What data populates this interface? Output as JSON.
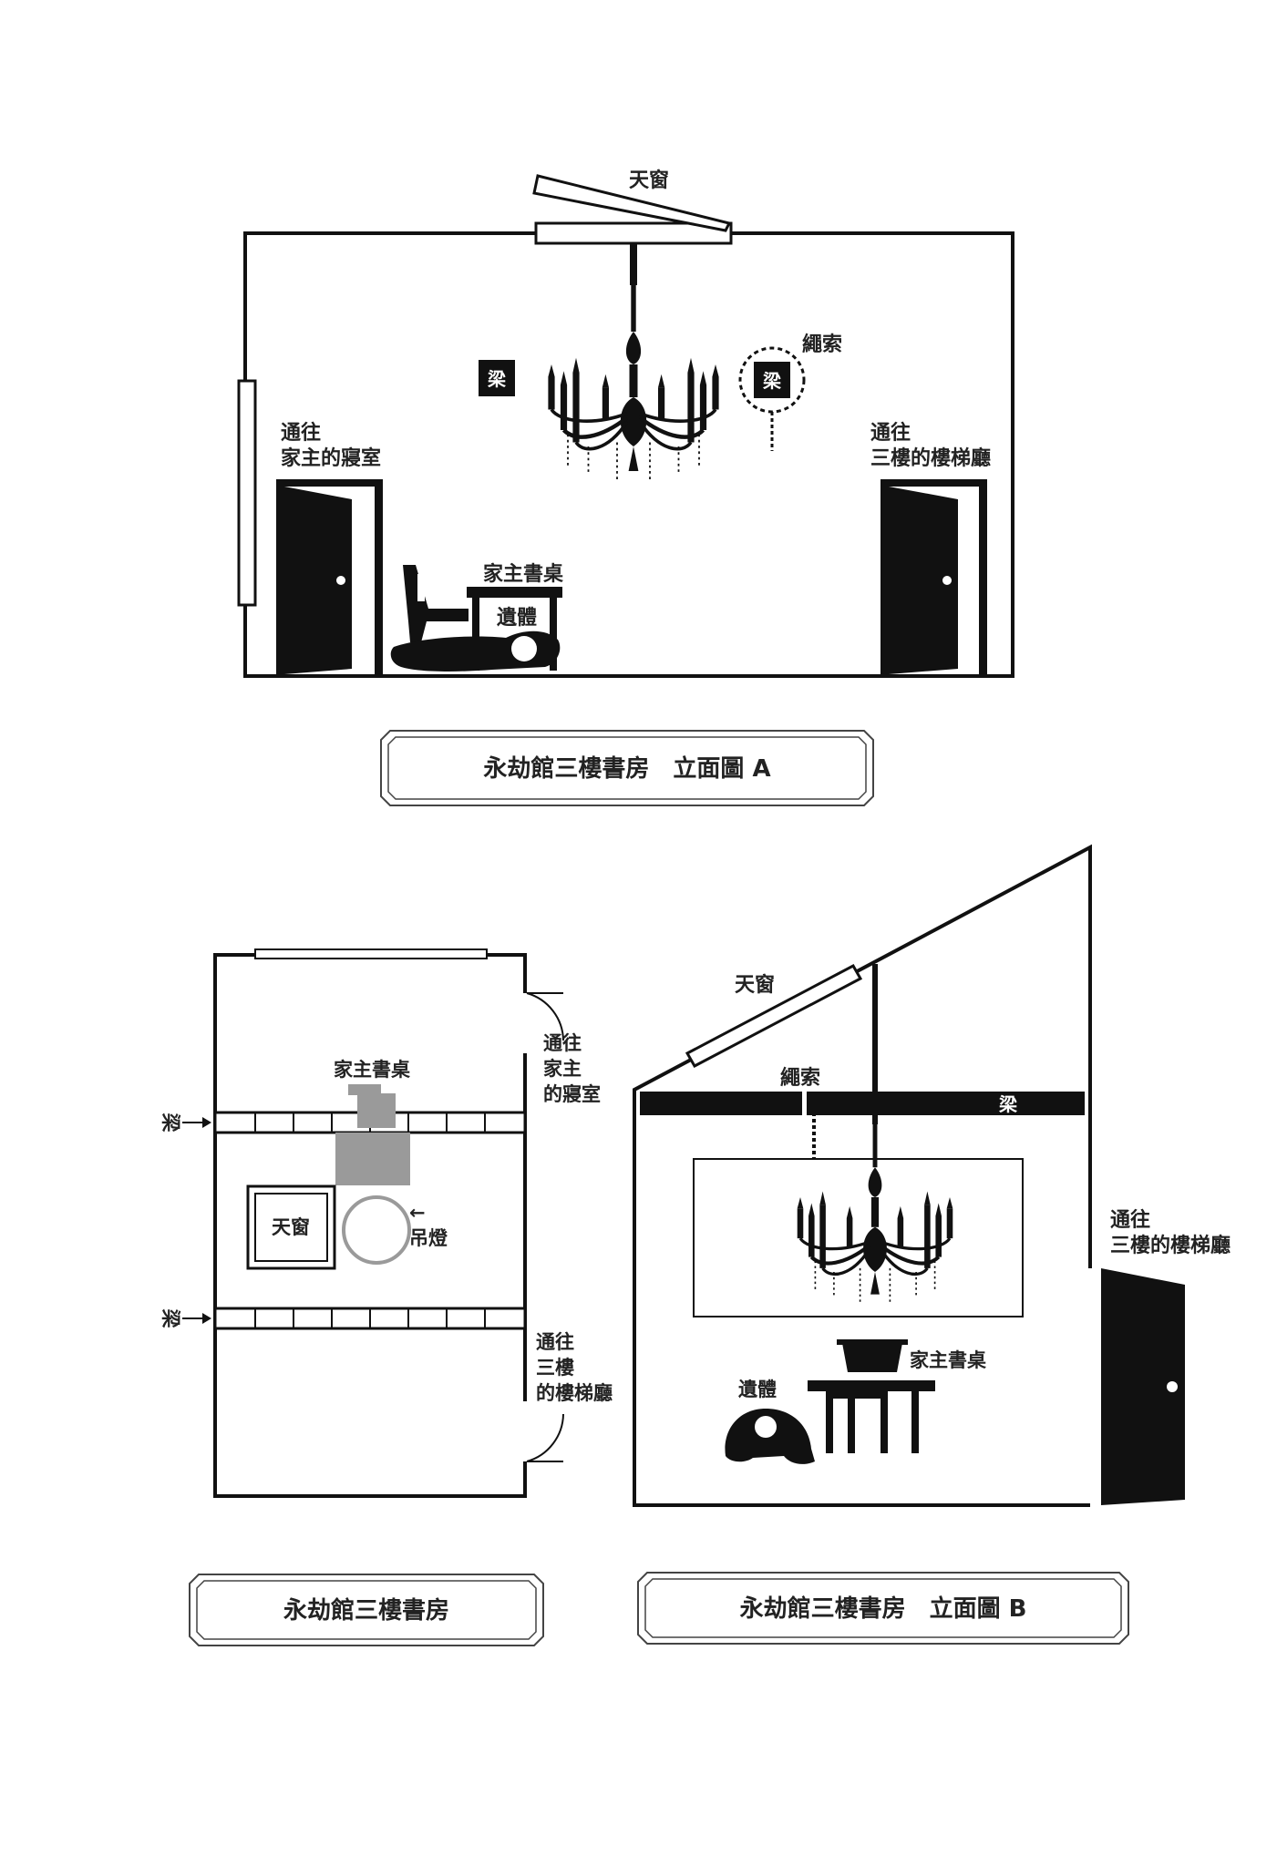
{
  "elevation_a": {
    "skylight": "天窗",
    "beam_left": "梁",
    "beam_right": "梁",
    "rope": "繩索",
    "to_bedroom_line1": "通往",
    "to_bedroom_line2": "家主的寢室",
    "to_stairs_line1": "通往",
    "to_stairs_line2": "三樓的樓梯廳",
    "desk": "家主書桌",
    "body": "遺體",
    "caption": "永劫館三樓書房　立面圖 A"
  },
  "plan": {
    "desk": "家主書桌",
    "beam_top": "梁",
    "beam_bottom": "梁",
    "skylight": "天窗",
    "chandelier": "吊燈",
    "to_bedroom_line1": "通往",
    "to_bedroom_line2": "家主",
    "to_bedroom_line3": "的寢室",
    "to_stairs_line1": "通往",
    "to_stairs_line2": "三樓",
    "to_stairs_line3": "的樓梯廳",
    "caption": "永劫館三樓書房"
  },
  "elevation_b": {
    "skylight": "天窗",
    "rope": "繩索",
    "beam": "梁",
    "to_stairs_line1": "通往",
    "to_stairs_line2": "三樓的樓梯廳",
    "desk": "家主書桌",
    "body": "遺體",
    "caption": "永劫館三樓書房　立面圖 B"
  },
  "colors": {
    "ink": "#111111",
    "gray": "#9a9a9a",
    "paper": "#ffffff"
  }
}
